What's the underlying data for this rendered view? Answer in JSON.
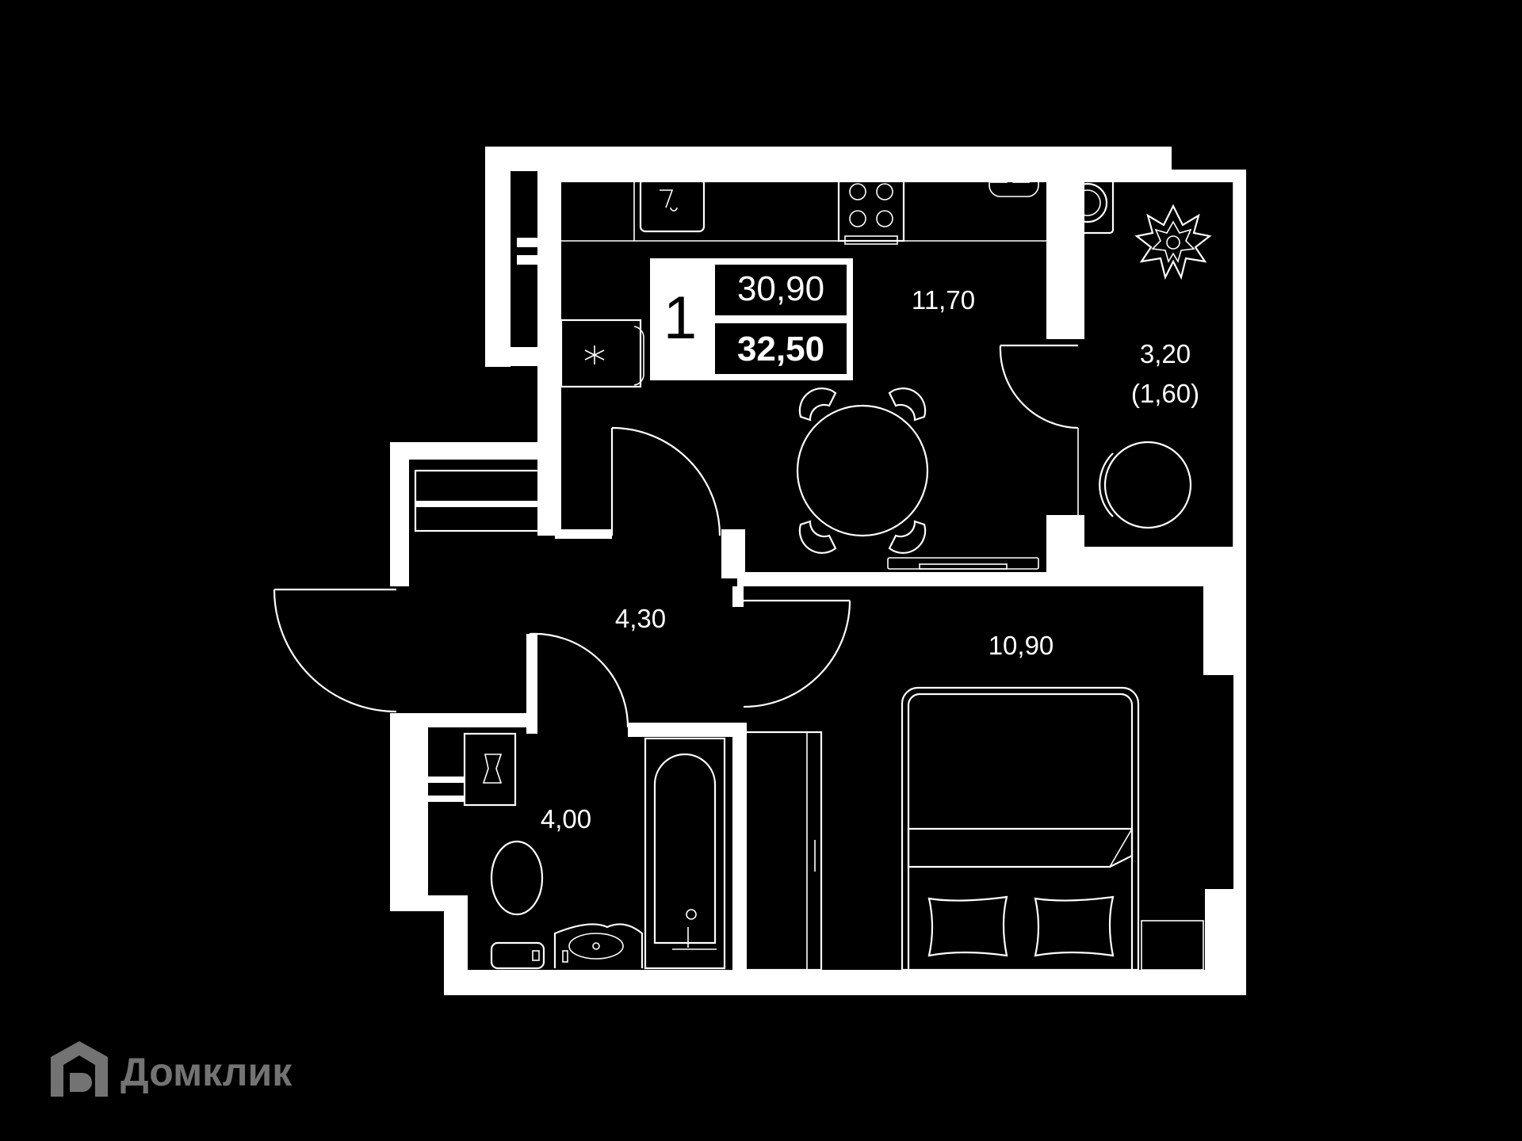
{
  "apartment": {
    "rooms": "1",
    "living_area": "30,90",
    "total_area": "32,50"
  },
  "rooms": {
    "kitchen": "11,70",
    "balcony_area": "3,20",
    "balcony_reduced": "(1,60)",
    "hall": "4,30",
    "bedroom": "10,90",
    "bathroom": "4,00"
  },
  "brand": {
    "name": "Домклик"
  },
  "colors": {
    "background": "#000000",
    "lines": "#ffffff"
  }
}
